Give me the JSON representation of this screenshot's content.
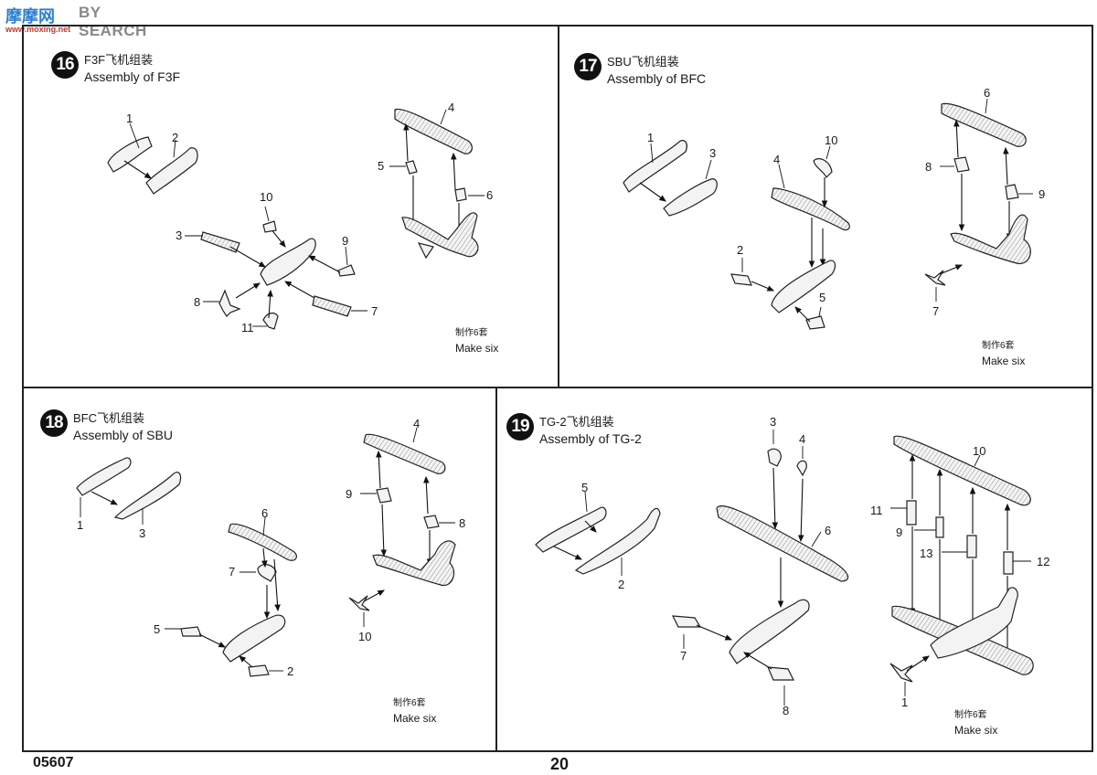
{
  "watermark": {
    "logo": "摩摩网",
    "search": "BY SEARCH",
    "url": "www.moxing.net"
  },
  "footer": {
    "code": "05607",
    "page": "20"
  },
  "steps": [
    {
      "number": "16",
      "title_cn": "F3F飞机组装",
      "title_en": "Assembly of F3F",
      "make_cn": "制作6套",
      "make_en": "Make six",
      "labels": [
        "1",
        "2",
        "3",
        "4",
        "5",
        "6",
        "7",
        "8",
        "9",
        "10",
        "11"
      ]
    },
    {
      "number": "17",
      "title_cn": "SBU飞机组装",
      "title_en": "Assembly of BFC",
      "make_cn": "制作6套",
      "make_en": "Make six",
      "labels": [
        "1",
        "2",
        "3",
        "4",
        "5",
        "6",
        "7",
        "8",
        "9",
        "10"
      ]
    },
    {
      "number": "18",
      "title_cn": "BFC飞机组装",
      "title_en": "Assembly of SBU",
      "make_cn": "制作6套",
      "make_en": "Make six",
      "labels": [
        "1",
        "2",
        "3",
        "4",
        "5",
        "6",
        "7",
        "8",
        "9",
        "10"
      ]
    },
    {
      "number": "19",
      "title_cn": "TG-2飞机组装",
      "title_en": "Assembly of TG-2",
      "make_cn": "制作6套",
      "make_en": "Make six",
      "labels": [
        "1",
        "2",
        "3",
        "4",
        "5",
        "6",
        "7",
        "8",
        "9",
        "10",
        "11",
        "12",
        "13"
      ]
    }
  ]
}
